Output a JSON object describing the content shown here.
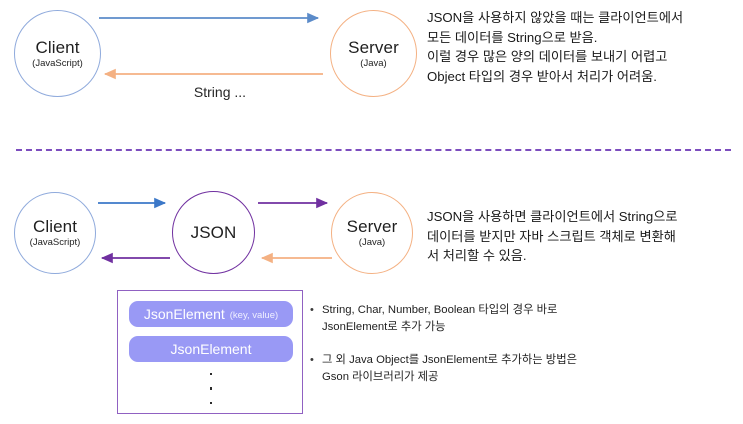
{
  "diagram": {
    "title_text": "JSON usage comparison diagram",
    "colors": {
      "client_border": "#8FAADC",
      "server_border": "#F4B183",
      "json_border": "#7030A0",
      "arrow_blue": "#5B8BC9",
      "arrow_orange": "#F4B183",
      "arrow_purple": "#7030A0",
      "divider_purple": "#7C4DBE",
      "chip_fill": "#9999F5",
      "box_border": "#9061C2",
      "text": "#1a1a1a"
    },
    "section_top": {
      "nodes": [
        {
          "id": "client",
          "title": "Client",
          "subtitle": "(JavaScript)"
        },
        {
          "id": "server",
          "title": "Server",
          "subtitle": "(Java)"
        }
      ],
      "arrows": [
        {
          "id": "client-to-server",
          "direction": "right",
          "color_name": "blue"
        },
        {
          "id": "server-to-client",
          "direction": "left",
          "color_name": "orange"
        }
      ],
      "edge_label": "String ...",
      "note": "JSON을 사용하지 않았을 때는 클라이언트에서\n모든 데이터를 String으로 받음.\n이럴 경우 많은 양의 데이터를 보내기 어렵고\nObject 타입의 경우 받아서 처리가 어려움."
    },
    "divider": {
      "style": "dashed",
      "color": "#7C4DBE"
    },
    "section_bottom": {
      "nodes": [
        {
          "id": "client",
          "title": "Client",
          "subtitle": "(JavaScript)"
        },
        {
          "id": "json",
          "title": "JSON",
          "subtitle": ""
        },
        {
          "id": "server",
          "title": "Server",
          "subtitle": "(Java)"
        }
      ],
      "arrows": [
        {
          "id": "client-to-json",
          "direction": "right",
          "color_name": "blue"
        },
        {
          "id": "json-to-client",
          "direction": "left",
          "color_name": "purple"
        },
        {
          "id": "json-to-server",
          "direction": "right",
          "color_name": "purple"
        },
        {
          "id": "server-to-json",
          "direction": "left",
          "color_name": "orange"
        }
      ],
      "note": "JSON을 사용하면 클라이언트에서 String으로\n데이터를 받지만 자바 스크립트 객체로 변환해\n서 처리할 수 있음."
    },
    "element_box": {
      "chips": [
        {
          "label": "JsonElement",
          "sub": "(key, value)"
        },
        {
          "label": "JsonElement",
          "sub": ""
        }
      ],
      "ellipsis_dots": 3
    },
    "bullets": [
      {
        "marker": "•",
        "text": "String, Char, Number, Boolean 타입의 경우 바로\nJsonElement로 추가 가능"
      },
      {
        "marker": "•",
        "text": "그 외 Java Object를 JsonElement로 추가하는 방법은\nGson 라이브러리가 제공"
      }
    ]
  }
}
